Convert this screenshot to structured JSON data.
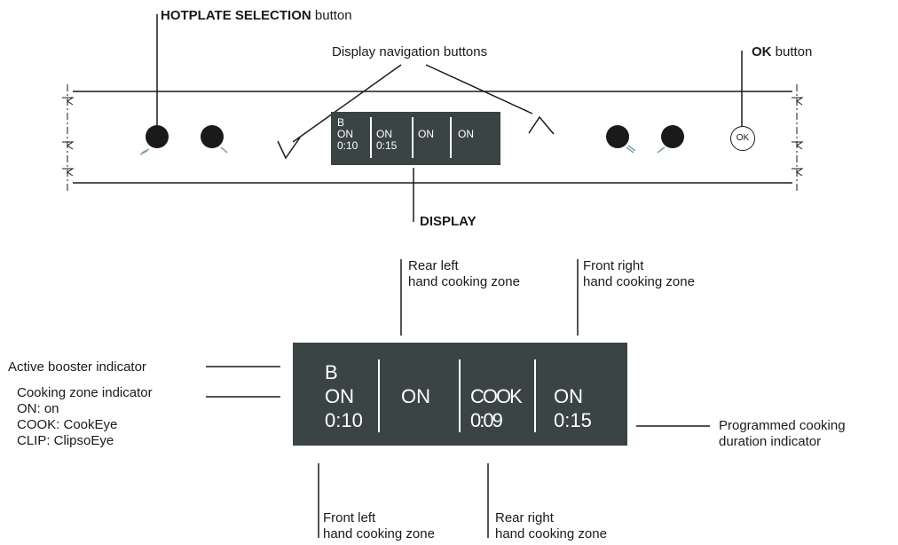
{
  "labels": {
    "hotplate_selection_bold": "HOTPLATE SELECTION",
    "hotplate_selection_rest": " button",
    "display_nav": "Display navigation buttons",
    "ok_bold": "OK",
    "ok_rest": " button",
    "display": "DISPLAY",
    "rear_left": "Rear left\nhand cooking zone",
    "front_right": "Front right\nhand cooking zone",
    "active_booster": "Active booster indicator",
    "cooking_zone_indicator": "Cooking zone indicator\nON: on\nCOOK: CookEye\nCLIP: ClipsoEye",
    "programmed_duration": "Programmed cooking\nduration indicator",
    "front_left": "Front left\nhand cooking zone",
    "rear_right": "Rear right\nhand cooking zone"
  },
  "small_display": {
    "zone1": "B\nON\n0:10",
    "zone2": "\nON\n0:15",
    "zone3": "\nON",
    "zone4": "\nON"
  },
  "big_display": {
    "zone1": "B\nON\n0:10",
    "zone2": "\nON",
    "zone3": "\nCOOK\n0:09",
    "zone4": "\nON\n0:15"
  },
  "ok_button": {
    "text": "OK"
  },
  "icons": {
    "nav_down": "chevron-down-icon",
    "nav_up": "chevron-up-icon"
  }
}
